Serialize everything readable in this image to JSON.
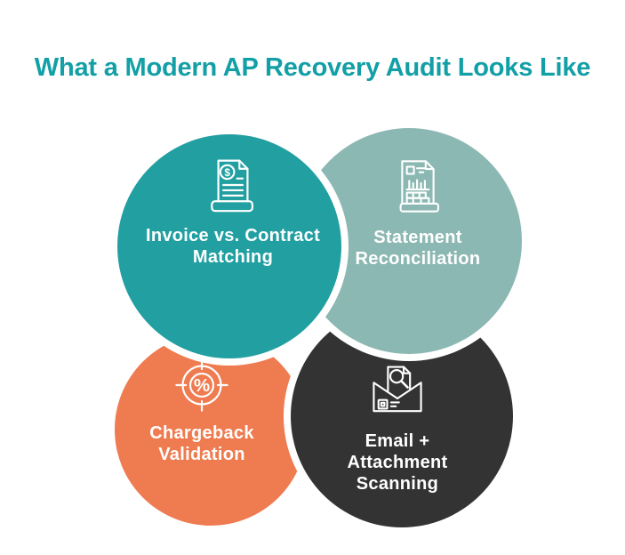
{
  "title": {
    "text": "What a Modern AP Recovery Audit Looks Like",
    "color": "#129fa6"
  },
  "background_color": "#ffffff",
  "circles": [
    {
      "id": "invoice",
      "label_lines": [
        "Invoice vs. Contract",
        "Matching"
      ],
      "color": "#229fa1",
      "text_color": "#ffffff",
      "icon": "invoice-dollar-icon"
    },
    {
      "id": "statement",
      "label_lines": [
        "Statement",
        "Reconciliation"
      ],
      "color": "#8cb8b3",
      "text_color": "#ffffff",
      "icon": "statement-report-icon"
    },
    {
      "id": "chargeback",
      "label_lines": [
        "Chargeback",
        "Validation"
      ],
      "color": "#ef7b50",
      "text_color": "#ffffff",
      "icon": "target-percent-icon"
    },
    {
      "id": "email",
      "label_lines": [
        "Email +",
        "Attachment",
        "Scanning"
      ],
      "color": "#333333",
      "text_color": "#ffffff",
      "icon": "email-scan-icon"
    }
  ],
  "icon_symbols": {
    "invoice_dollar": "$",
    "target_percent": "%"
  }
}
